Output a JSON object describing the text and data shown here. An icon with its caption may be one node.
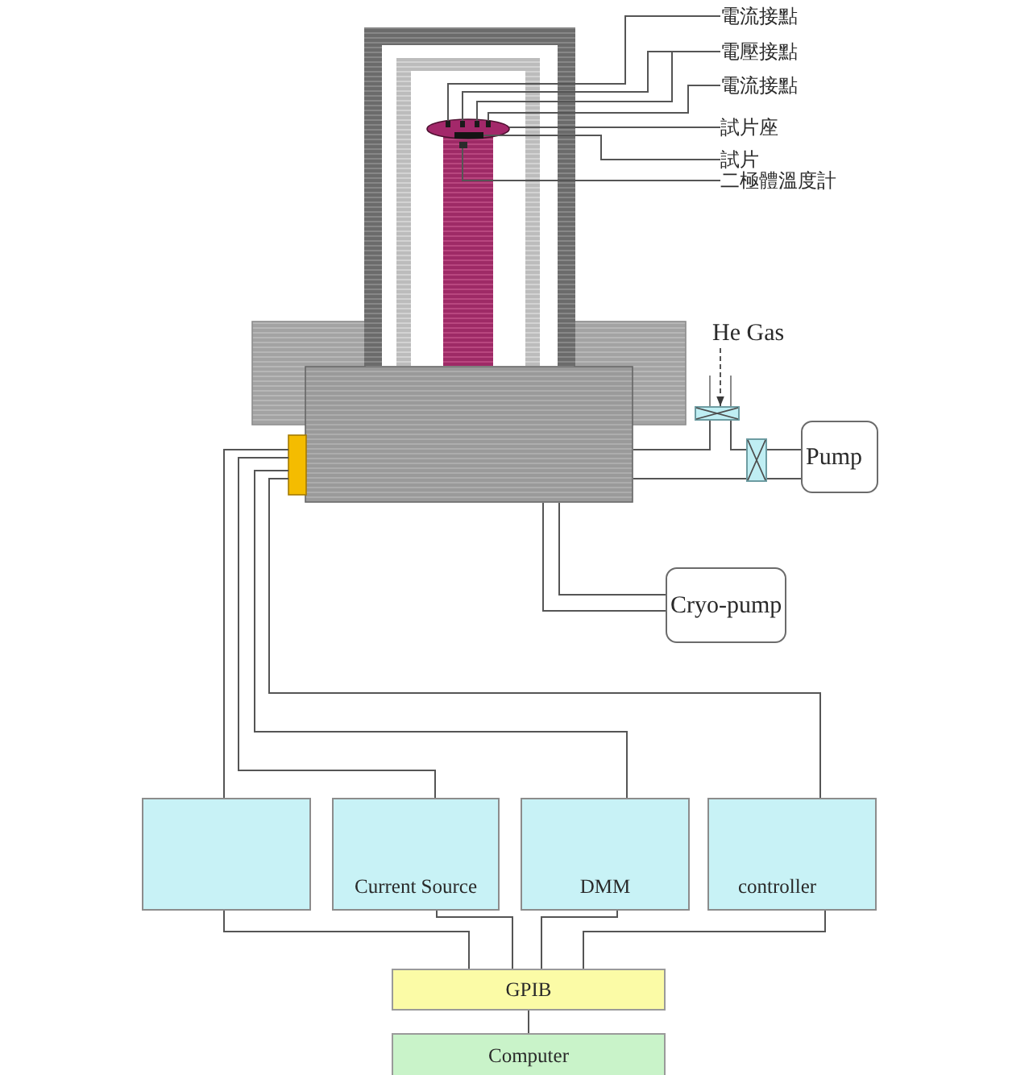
{
  "diagram": {
    "nodes": [
      {
        "text": [],
        "shape": "picture"
      },
      {
        "text": [],
        "shape": "ellipse",
        "in": 0
      },
      {
        "text": [],
        "shape": "box",
        "in": 1
      },
      {
        "text": [],
        "shape": "box",
        "in": 1
      },
      {
        "text": [],
        "shape": "box",
        "in": 1
      },
      {
        "text": [],
        "shape": "box",
        "in": 1
      },
      {
        "text": [],
        "shape": "box",
        "in": 1
      },
      {
        "text": [],
        "shape": "box",
        "in": 0
      },
      {
        "text": [],
        "shape": "box",
        "in": 0
      },
      {
        "text": [
          "電流接點"
        ]
      },
      {
        "text": [
          "電壓接點"
        ]
      },
      {
        "text": [
          "電流接點"
        ]
      },
      {
        "text": [
          "試片座"
        ]
      },
      {
        "text": [
          "試片"
        ]
      },
      {
        "text": [
          "二極體溫度計"
        ]
      },
      {
        "text": [
          "He Gas"
        ]
      },
      {
        "text": [],
        "shape": "valve"
      },
      {
        "text": [],
        "shape": "valve"
      },
      {
        "text": [
          "Pump"
        ]
      },
      {
        "text": [
          "Cryo-pump"
        ]
      },
      {
        "text": [],
        "shape": "box"
      },
      {
        "text": [
          "Current Source"
        ]
      },
      {
        "text": [
          "DMM"
        ]
      },
      {
        "text": [
          "controller"
        ]
      },
      {
        "text": [
          "GPIB"
        ]
      },
      {
        "text": [
          "Computer"
        ]
      }
    ],
    "edges": [
      {
        "from": 9,
        "to": 3,
        "arrow": "none"
      },
      {
        "from": 10,
        "to": 4,
        "arrow": "none"
      },
      {
        "from": 10,
        "to": 5,
        "arrow": "none"
      },
      {
        "from": 11,
        "to": 6,
        "arrow": "none"
      },
      {
        "from": 12,
        "to": 1,
        "arrow": "none"
      },
      {
        "from": 13,
        "to": 2,
        "arrow": "none"
      },
      {
        "from": 14,
        "to": 7,
        "arrow": "none"
      },
      {
        "from": 15,
        "to": 16,
        "arrow": "to",
        "style": "dashed"
      },
      {
        "from": 0,
        "to": 17,
        "arrow": "none"
      },
      {
        "from": 17,
        "to": 18,
        "arrow": "none"
      },
      {
        "from": 0,
        "to": 19,
        "arrow": "none"
      },
      {
        "from": 8,
        "to": 20,
        "arrow": "none"
      },
      {
        "from": 8,
        "to": 21,
        "arrow": "none"
      },
      {
        "from": 8,
        "to": 22,
        "arrow": "none"
      },
      {
        "from": 8,
        "to": 23,
        "arrow": "none"
      },
      {
        "from": 20,
        "to": 24,
        "arrow": "none"
      },
      {
        "from": 21,
        "to": 24,
        "arrow": "none"
      },
      {
        "from": 22,
        "to": 24,
        "arrow": "none"
      },
      {
        "from": 23,
        "to": 24,
        "arrow": "none"
      },
      {
        "from": 24,
        "to": 25,
        "arrow": "none"
      },
      {
        "from": 16,
        "to": 0,
        "arrow": "none"
      },
      {
        "from": 16,
        "to": 17,
        "arrow": "none"
      }
    ]
  }
}
